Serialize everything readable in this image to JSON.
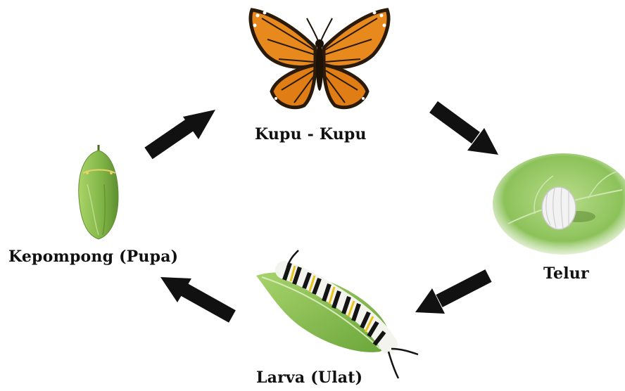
{
  "stages": {
    "butterfly": {
      "label": "Kupu - Kupu"
    },
    "egg": {
      "label": "Telur"
    },
    "larva": {
      "label": "Larva (Ulat)"
    },
    "pupa": {
      "label": "Kepompong (Pupa)"
    }
  },
  "colors": {
    "arrow": "#111111",
    "butterfly_orange": "#e8891e",
    "leaf_green": "#8cc25a",
    "pupa_green": "#8bbf4d",
    "egg_white": "#f2f2f2"
  }
}
